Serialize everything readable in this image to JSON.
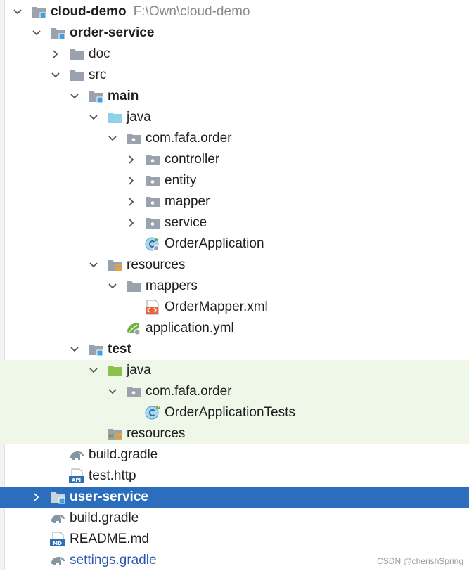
{
  "tree": {
    "root": {
      "name": "cloud-demo",
      "path": "F:\\Own\\cloud-demo"
    },
    "order_service": "order-service",
    "doc": "doc",
    "src": "src",
    "main": "main",
    "main_java": "java",
    "main_package": "com.fafa.order",
    "controller": "controller",
    "entity": "entity",
    "mapper": "mapper",
    "service": "service",
    "order_application": "OrderApplication",
    "resources": "resources",
    "mappers": "mappers",
    "order_mapper_xml": "OrderMapper.xml",
    "application_yml": "application.yml",
    "test": "test",
    "test_java": "java",
    "test_package": "com.fafa.order",
    "order_application_tests": "OrderApplicationTests",
    "test_resources": "resources",
    "order_build_gradle": "build.gradle",
    "test_http": "test.http",
    "user_service": "user-service",
    "root_build_gradle": "build.gradle",
    "readme": "README.md",
    "settings_gradle": "settings.gradle"
  },
  "watermark": "CSDN @cherishSpring",
  "colors": {
    "selection": "#2a6ebd",
    "test_source_bg": "#eff7e8",
    "folder_gray": "#9aa3ad",
    "source_folder_blue": "#8fd0ec",
    "test_folder_green": "#8bc34a",
    "module_marker": "#3fa2dd"
  }
}
